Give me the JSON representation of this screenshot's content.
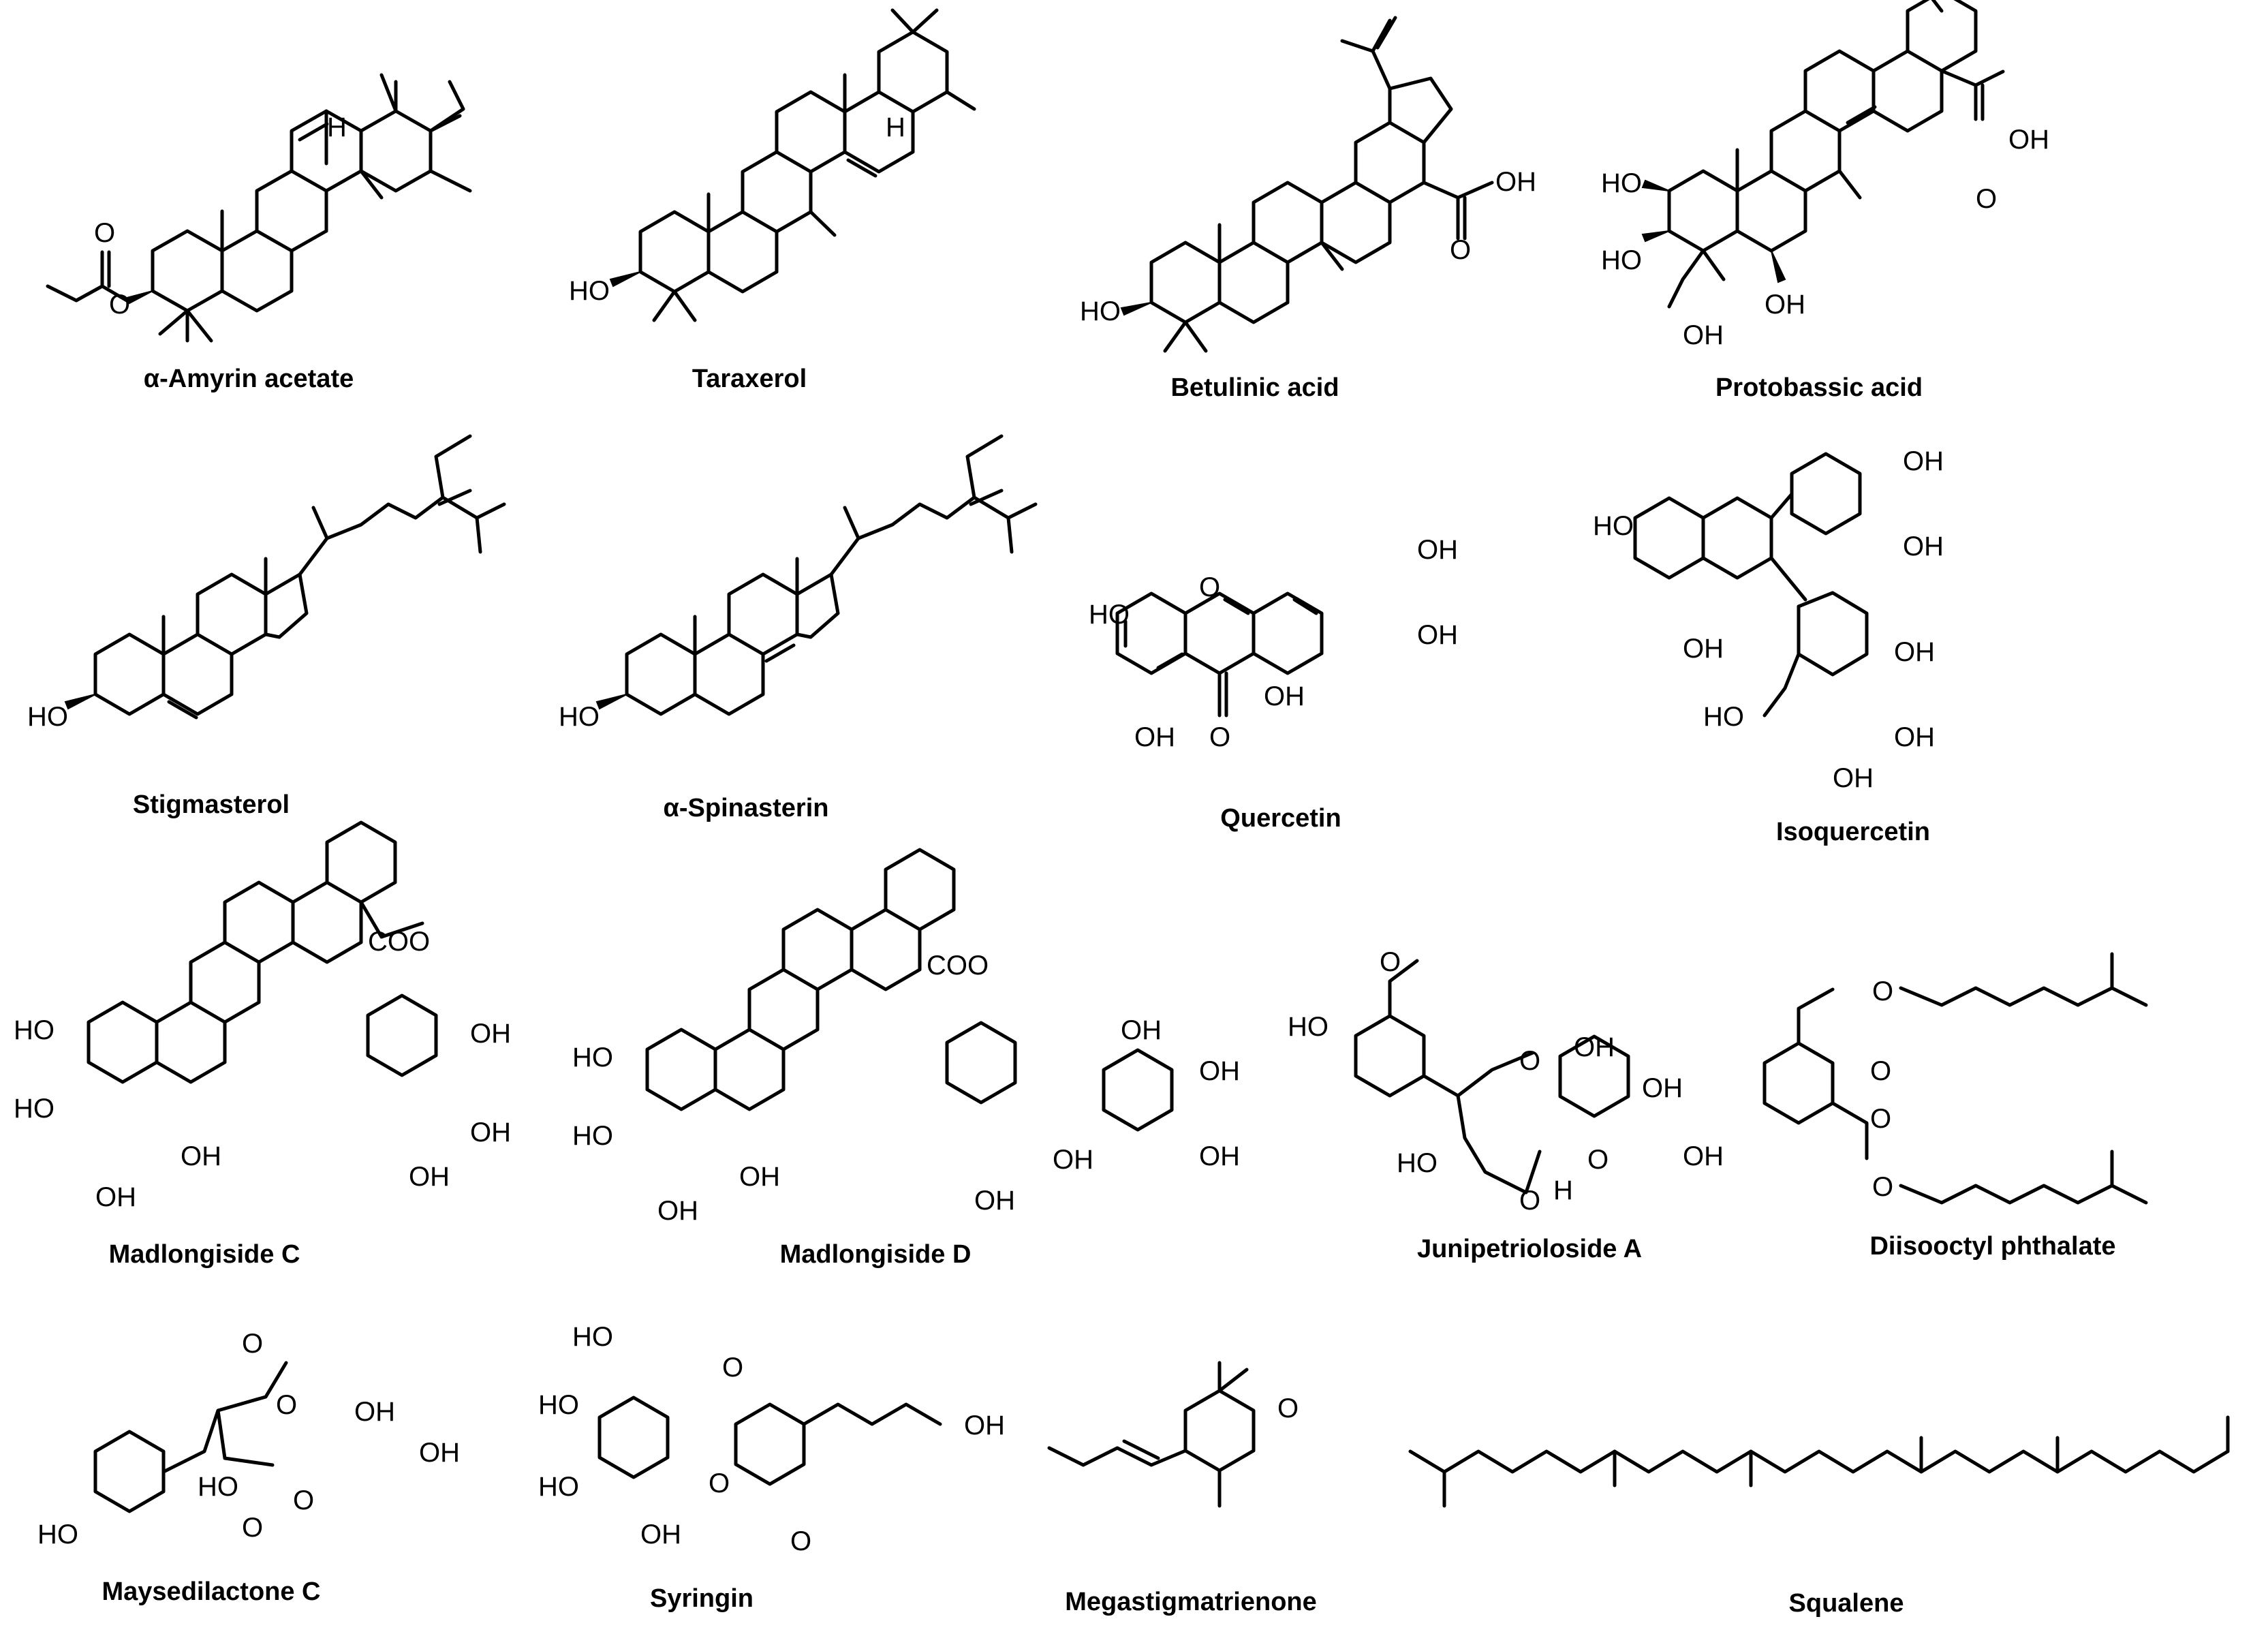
{
  "compounds": [
    {
      "name": "α-Amyrin acetate"
    },
    {
      "name": "Taraxerol"
    },
    {
      "name": "Betulinic acid"
    },
    {
      "name": "Protobassic acid"
    },
    {
      "name": "Stigmasterol"
    },
    {
      "name": "α-Spinasterin"
    },
    {
      "name": "Quercetin"
    },
    {
      "name": "Isoquercetin"
    },
    {
      "name": "Madlongiside C"
    },
    {
      "name": "Madlongiside D"
    },
    {
      "name": "Junipetrioloside A"
    },
    {
      "name": "Diisooctyl phthalate"
    },
    {
      "name": "Maysedilactone C"
    },
    {
      "name": "Syringin"
    },
    {
      "name": "Megastigmatrienone"
    },
    {
      "name": "Squalene"
    }
  ],
  "atom_labels": {
    "oh": "OH",
    "ho": "HO",
    "o": "O",
    "h": "H",
    "coo": "COO"
  }
}
